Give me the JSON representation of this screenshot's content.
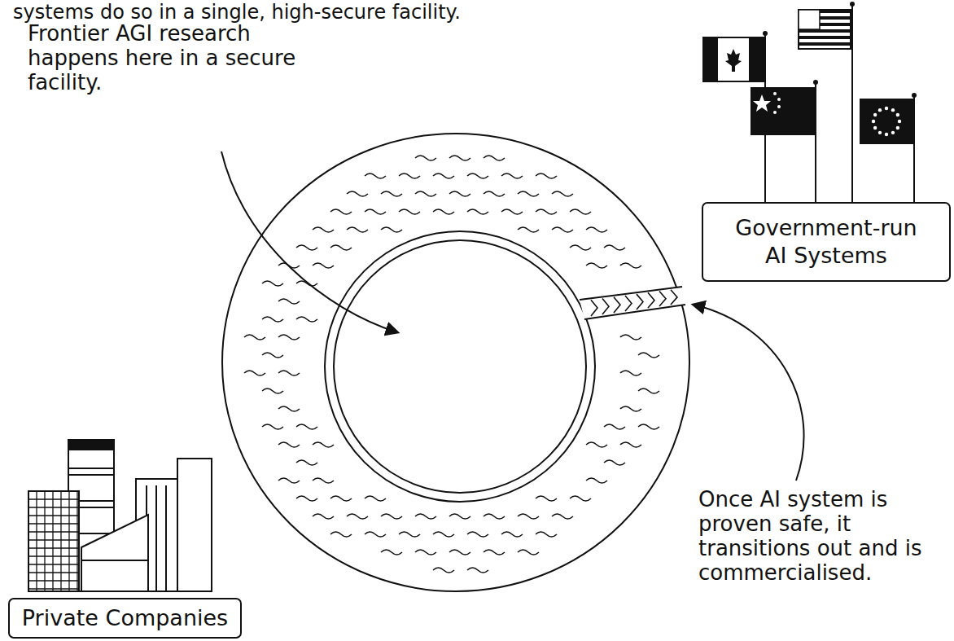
{
  "diagram": {
    "nodes": [
      {
        "text": [
          "Government-run AI Systems"
        ]
      },
      {
        "text": [
          "Private Companies"
        ]
      }
    ],
    "labels": [
      "systems do so in a single, high-secure facility.",
      "Frontier AGI research happens here in a secure facility.",
      "Once AI system is proven safe, it transitions out and is commercialised."
    ]
  }
}
